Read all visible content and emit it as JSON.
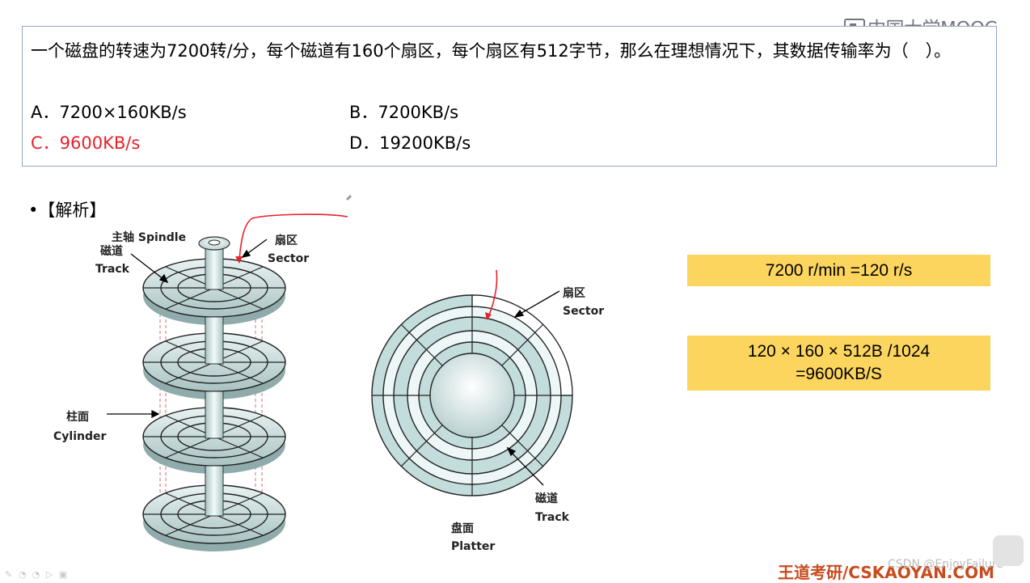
{
  "logo": {
    "text": "中国大学MOOC"
  },
  "question": {
    "text": "一个磁盘的转速为7200转/分，每个磁道有160个扇区，每个扇区有512字节，那么在理想情况下，其数据传输率为（　）。",
    "options": [
      {
        "label": "A．7200×160KB/s"
      },
      {
        "label": "B．7200KB/s"
      },
      {
        "label": "C．9600KB/s",
        "correct": true
      },
      {
        "label": "D．19200KB/s"
      }
    ],
    "answer_color": "#e8212a"
  },
  "analysis": {
    "title": "•【解析】"
  },
  "left_diagram": {
    "spindle": "主轴 Spindle",
    "track_cn": "磁道",
    "track_en": "Track",
    "sector_cn": "扇区",
    "sector_en": "Sector",
    "cylinder_cn": "柱面",
    "cylinder_en": "Cylinder"
  },
  "right_diagram": {
    "sector_cn": "扇区",
    "sector_en": "Sector",
    "track_cn": "磁道",
    "track_en": "Track",
    "platter_cn": "盘面",
    "platter_en": "Platter"
  },
  "calc": {
    "line1": "7200 r/min =120 r/s",
    "line2": "120 × 160 × 512B /1024",
    "line3": "=9600KB/S",
    "box_color": "#fcd55f"
  },
  "footer": {
    "brand": "王道考研/CSKAOYAN.COM",
    "watermark": "CSDN @EnjoyFailure"
  },
  "icons": [
    "logo-icon",
    "play-icon",
    "pen-tool-icon"
  ]
}
